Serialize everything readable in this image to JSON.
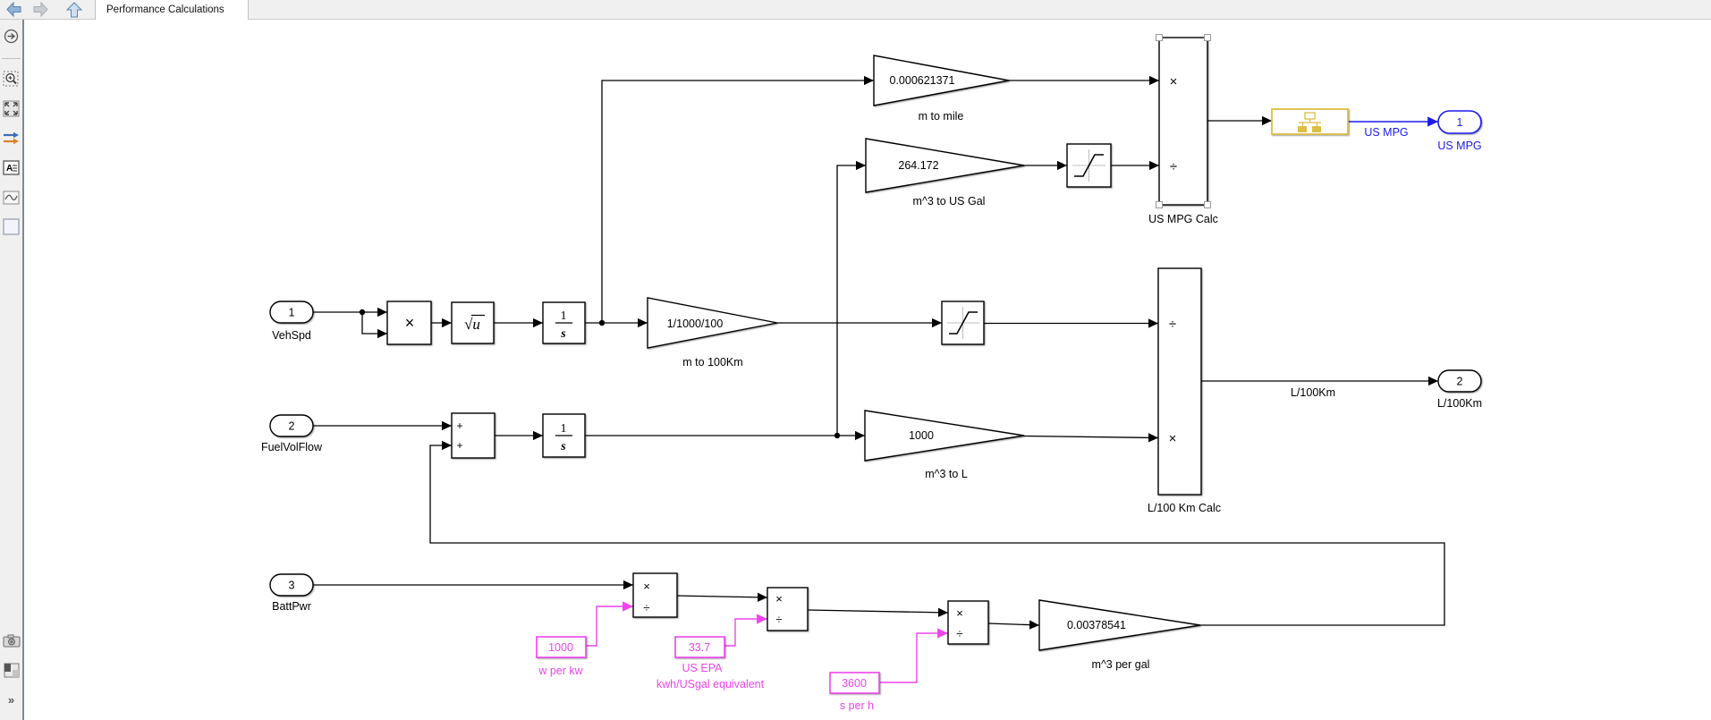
{
  "tab": {
    "title": "Performance Calculations"
  },
  "toolbar": {
    "icons": [
      "explorer-toggle",
      "zoom-region",
      "fit-to-view",
      "signal-routing-arrows",
      "annotation",
      "image",
      "area-box",
      "screenshot",
      "viewmarks",
      "more"
    ],
    "more_glyph": "»",
    "collapse_glyph": "−"
  },
  "colors": {
    "logged_signal_blue": "#1b1bee",
    "constant_magenta": "#ee44ee",
    "badge_gold": "#ddbe45",
    "block_stroke": "#000000",
    "canvas": "#ffffff"
  },
  "diagram": {
    "inports": [
      {
        "num": "1",
        "name": "VehSpd"
      },
      {
        "num": "2",
        "name": "FuelVolFlow"
      },
      {
        "num": "3",
        "name": "BattPwr"
      }
    ],
    "outports": [
      {
        "num": "1",
        "name": "US MPG"
      },
      {
        "num": "2",
        "name": "L/100Km"
      }
    ],
    "gains": [
      {
        "value": "0.000621371",
        "name": "m to mile"
      },
      {
        "value": "264.172",
        "name": "m^3 to US Gal"
      },
      {
        "value": "1/1000/100",
        "name": "m to 100Km"
      },
      {
        "value": "1000",
        "name": "m^3 to L"
      },
      {
        "value": "0.00378541",
        "name": "m^3 per gal"
      }
    ],
    "constants": [
      {
        "value": "1000",
        "name": "w per kw"
      },
      {
        "value": "33.7",
        "name_line1": "US EPA",
        "name_line2": "kwh/USgal equivalent"
      },
      {
        "value": "3600",
        "name": "s per h"
      }
    ],
    "divides": [
      {
        "name": "US MPG Calc"
      },
      {
        "name": "L/100 Km Calc"
      }
    ],
    "signal_labels": {
      "us_mpg": "US MPG",
      "l_100km": "L/100Km"
    },
    "symbols": {
      "multiply": "×",
      "divide": "÷",
      "plus": "+",
      "sqrt": "√u",
      "integrator_num": "1",
      "integrator_den": "s"
    }
  }
}
